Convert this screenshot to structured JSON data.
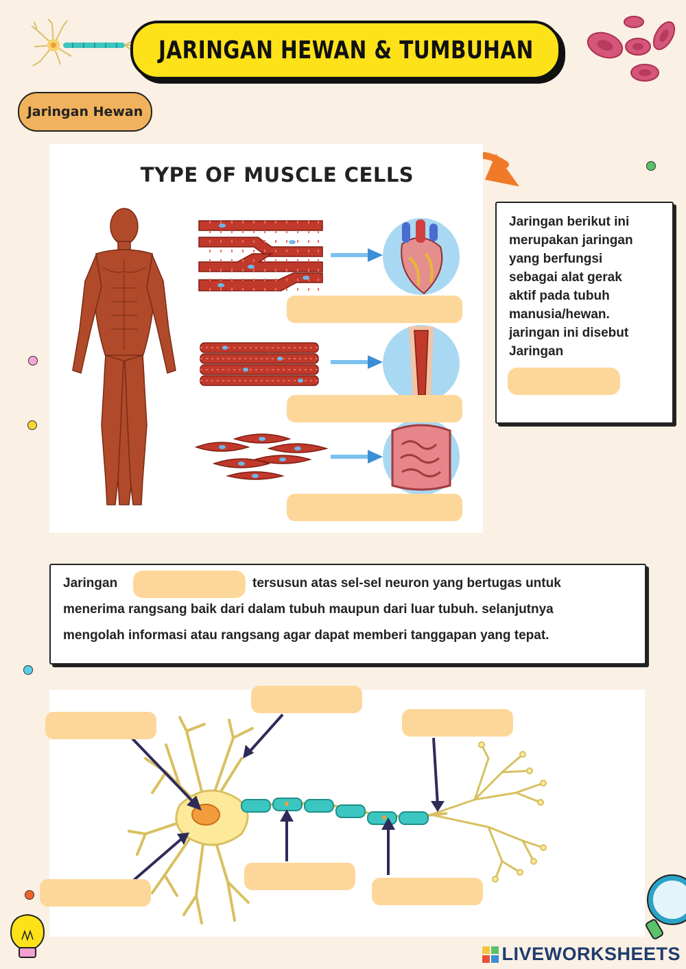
{
  "title": "JARINGAN HEWAN & TUMBUHAN",
  "section_label": "Jaringan Hewan",
  "muscle_figure": {
    "title": "TYPE OF MUSCLE CELLS"
  },
  "description": {
    "lines": [
      "Jaringan berikut ini",
      "merupakan jaringan",
      "yang berfungsi",
      "sebagai alat gerak",
      "aktif pada tubuh",
      "manusia/hewan.",
      "jaringan ini disebut",
      "Jaringan"
    ]
  },
  "nerve_text": {
    "prefix": "Jaringan",
    "line1_rest": "tersusun atas sel-sel neuron yang bertugas untuk",
    "line2": "menerima rangsang baik dari dalam tubuh maupun dari luar tubuh. selanjutnya",
    "line3": "mengolah informasi atau rangsang agar dapat memberi tanggapan yang tepat."
  },
  "watermark": "LIVEWORKSHEETS",
  "colors": {
    "background": "#fbf0e4",
    "banner": "#fde21a",
    "pill": "#f0b25c",
    "blank": "#fdd799",
    "muscle": "#c0392b",
    "axon": "#3cc6c1",
    "neuron_body": "#fde99a",
    "arrow": "#2e2a5a",
    "accent_arrow": "#f07a2a"
  }
}
